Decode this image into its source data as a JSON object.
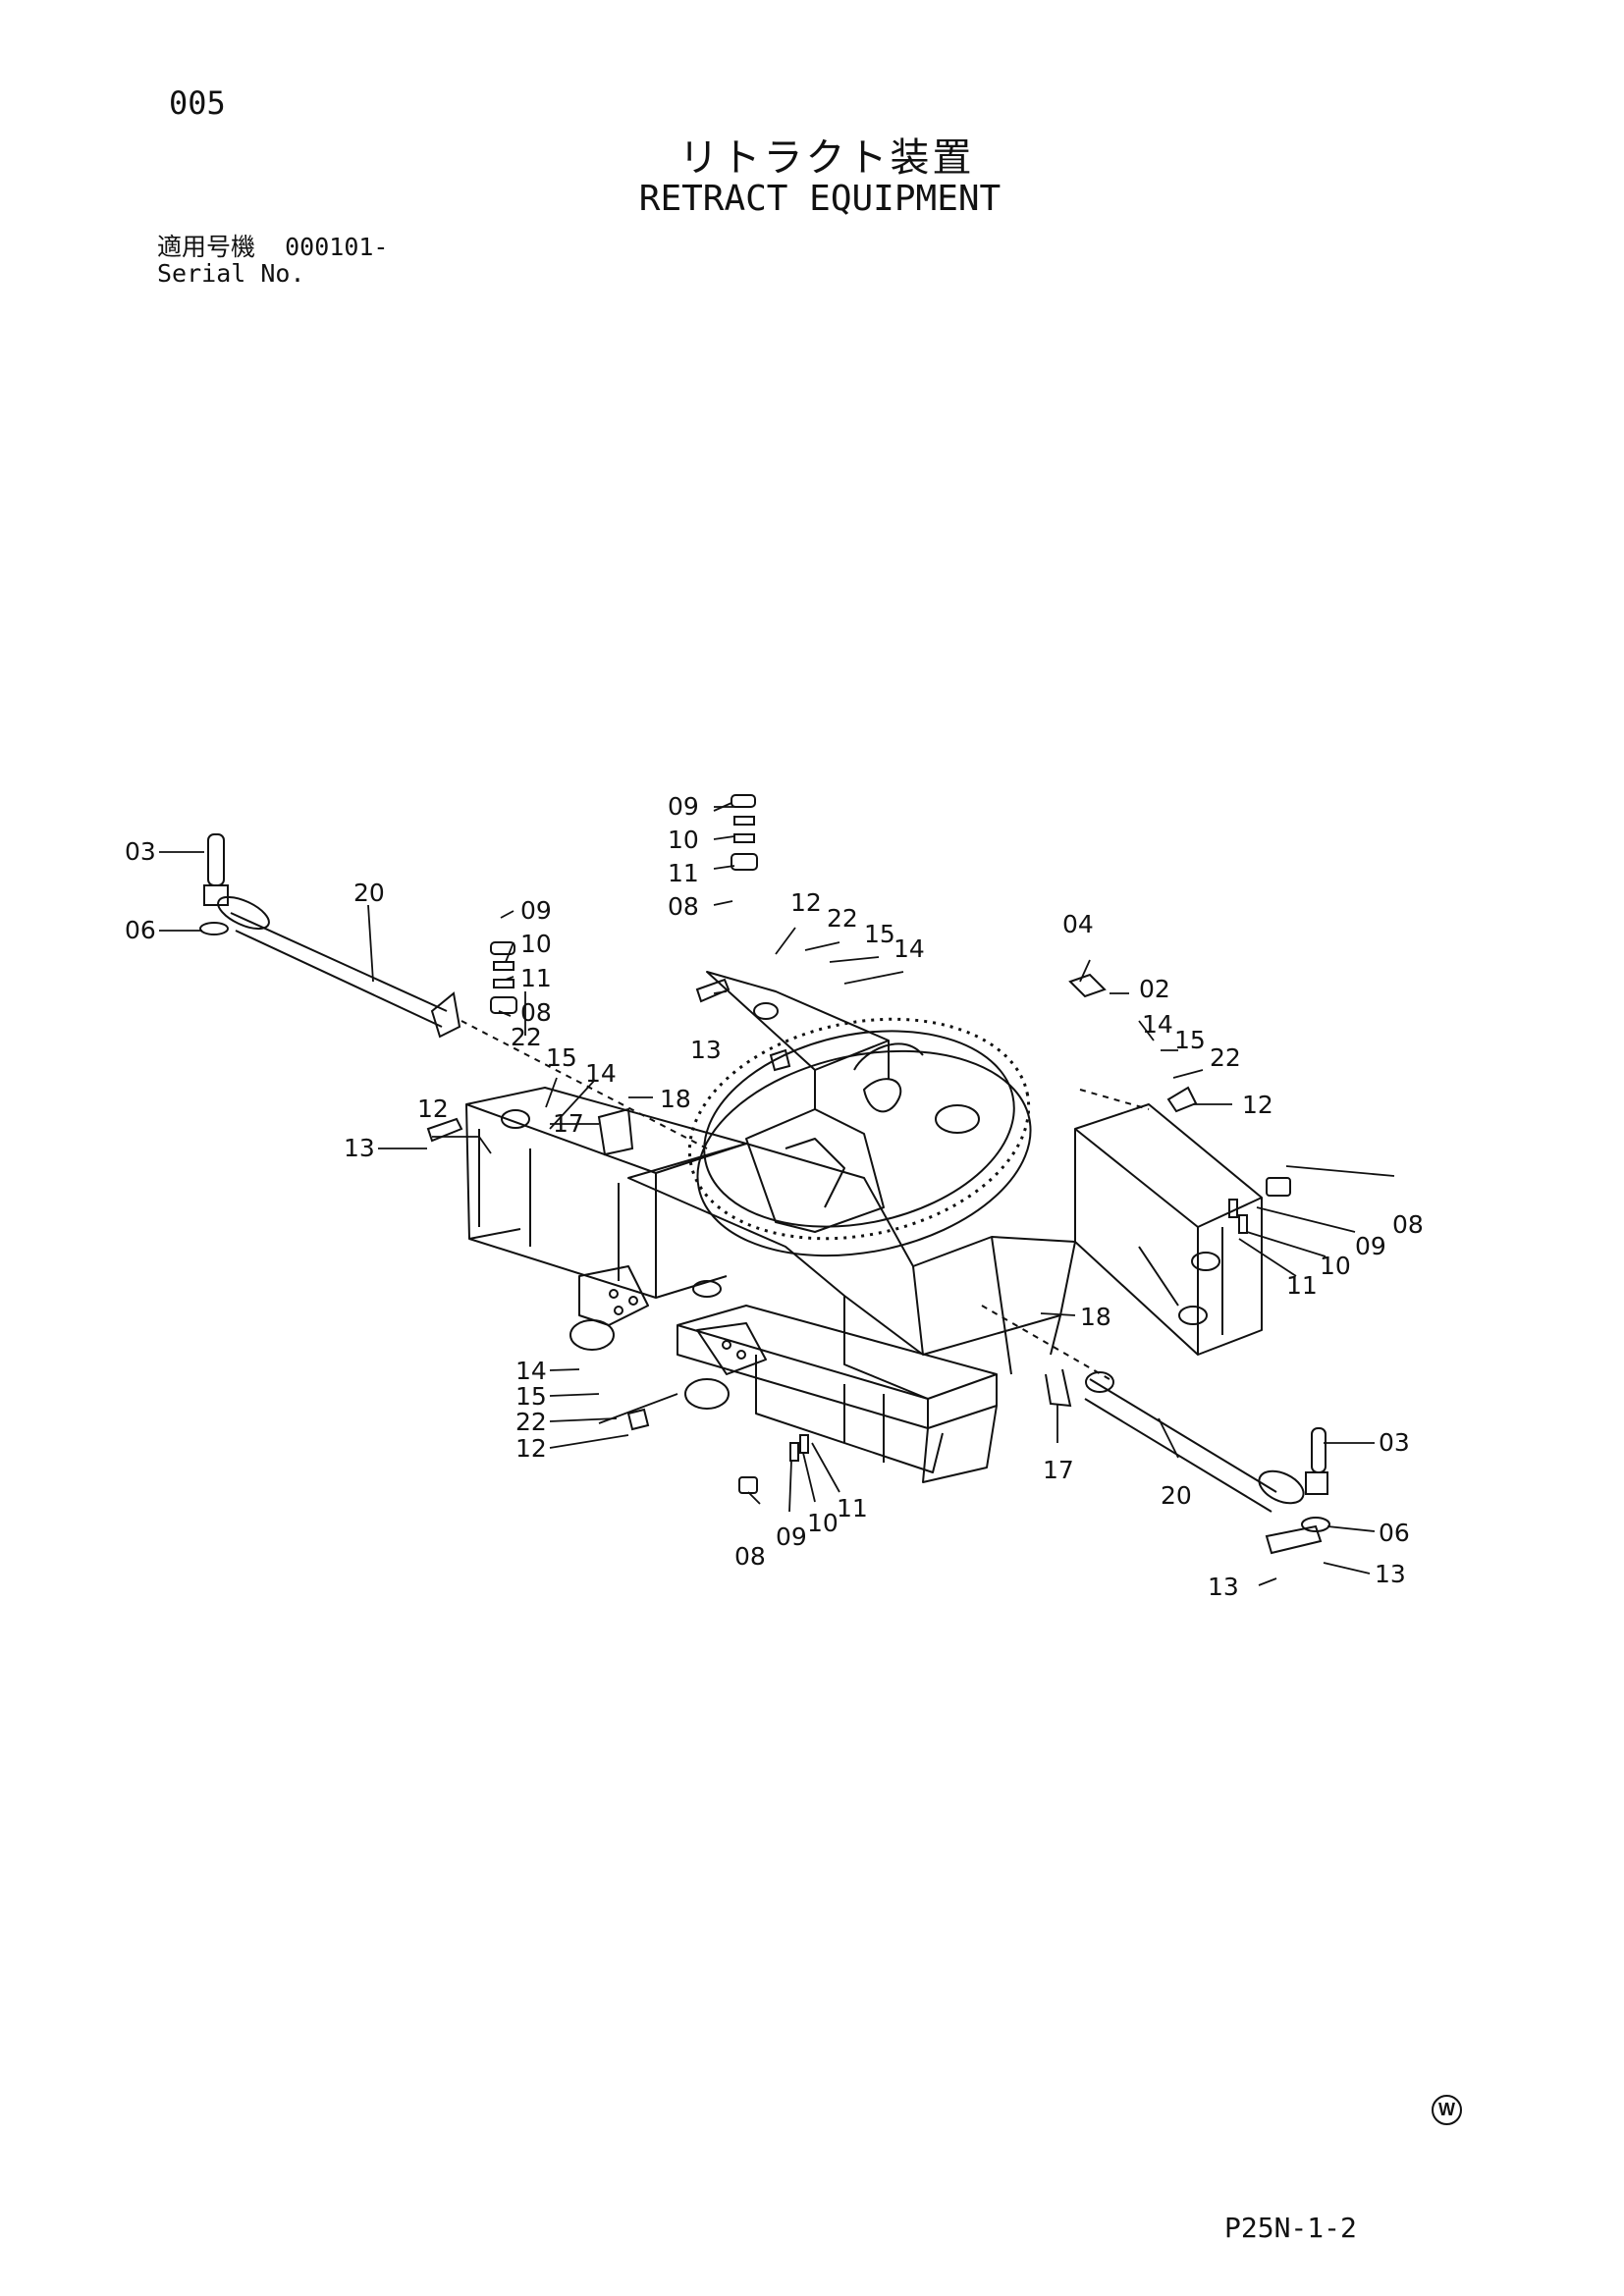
{
  "page_number": "005",
  "title_jp": "リトラクト装置",
  "title_en": "RETRACT EQUIPMENT",
  "serial": {
    "label_jp": "適用号機",
    "value": "000101-",
    "label_en": "Serial No."
  },
  "drawing_code": "P25N-1-2",
  "mark": "W",
  "labels": {
    "l1": "03",
    "l2": "06",
    "l3": "20",
    "l4": "09",
    "l5": "10",
    "l6": "11",
    "l7": "08",
    "l8": "22",
    "l9": "15",
    "l10": "14",
    "l11": "12",
    "l12": "13",
    "l13": "17",
    "l14": "18",
    "l15": "09",
    "l16": "10",
    "l17": "11",
    "l18": "08",
    "l19": "12",
    "l20": "22",
    "l21": "15",
    "l22": "14",
    "l23": "13",
    "l24": "04",
    "l25": "02",
    "l26": "14",
    "l27": "15",
    "l28": "22",
    "l29": "12",
    "l30": "08",
    "l31": "09",
    "l32": "10",
    "l33": "11",
    "l34": "18",
    "l35": "17",
    "l36": "20",
    "l37": "03",
    "l38": "06",
    "l39": "13",
    "l40": "13",
    "l41": "14",
    "l42": "15",
    "l43": "22",
    "l44": "12",
    "l45": "08",
    "l46": "09",
    "l47": "10",
    "l48": "11"
  }
}
